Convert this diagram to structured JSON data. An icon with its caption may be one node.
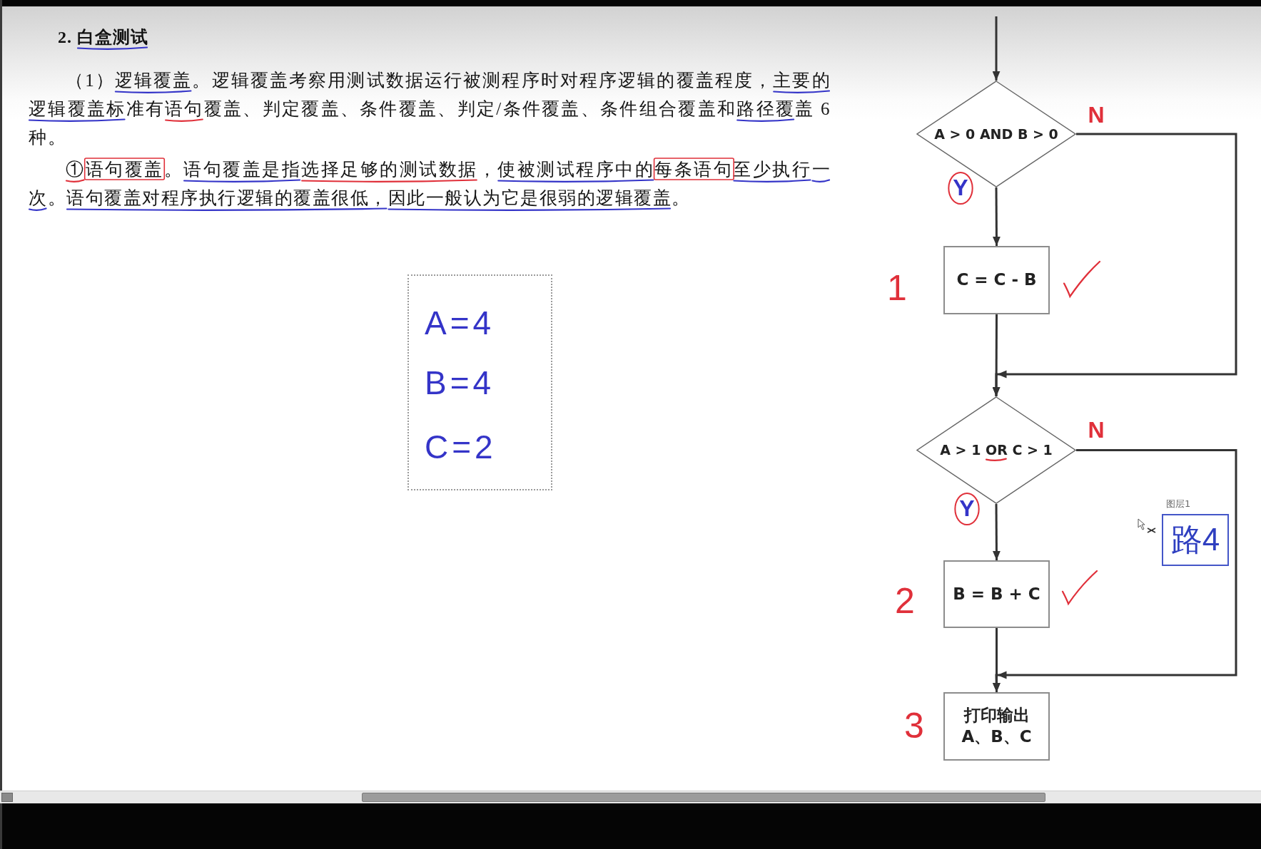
{
  "diagram": {
    "title": "2. 白盒测试",
    "nodes": [
      {
        "text": [
          "A=4",
          "B=4",
          "C=2"
        ]
      },
      {
        "text": [
          "A > 0 AND B > 0"
        ]
      },
      {
        "text": [
          "C = C - B"
        ],
        "beside": [
          "1"
        ]
      },
      {
        "text": [
          "A > 1 OR C > 1"
        ]
      },
      {
        "text": [
          "B = B + C"
        ],
        "beside": [
          "2"
        ]
      },
      {
        "text": [
          "打印输出A、B、C"
        ],
        "beside": [
          "3"
        ]
      },
      {
        "text": [
          "路4"
        ]
      }
    ],
    "edges": [
      {
        "from": null,
        "to": 1,
        "arrow": "to"
      },
      {
        "from": 1,
        "to": 2,
        "arrow": "to",
        "label": "Y"
      },
      {
        "from": 2,
        "to": 3,
        "arrow": "to"
      },
      {
        "from": 1,
        "to": 3,
        "arrow": "to",
        "label": "N"
      },
      {
        "from": 3,
        "to": 4,
        "arrow": "to",
        "label": "Y"
      },
      {
        "from": 4,
        "to": 5,
        "arrow": "to"
      },
      {
        "from": 3,
        "to": 5,
        "arrow": "to",
        "label": "N"
      }
    ],
    "labels": [
      "（1）逻辑覆盖。逻辑覆盖考察用测试数据运行被测程序时对程序逻辑的覆盖程度，主要的逻辑覆盖标准有语句覆盖、判定覆盖、条件覆盖、判定/条件覆盖、条件组合覆盖和路径覆盖 6 种。",
      "①语句覆盖。语句覆盖是指选择足够的测试数据，使被测试程序中的每条语句至少执行一次。语句覆盖对程序执行逻辑的覆盖很低，因此一般认为它是很弱的逻辑覆盖。",
      "图层1"
    ]
  }
}
